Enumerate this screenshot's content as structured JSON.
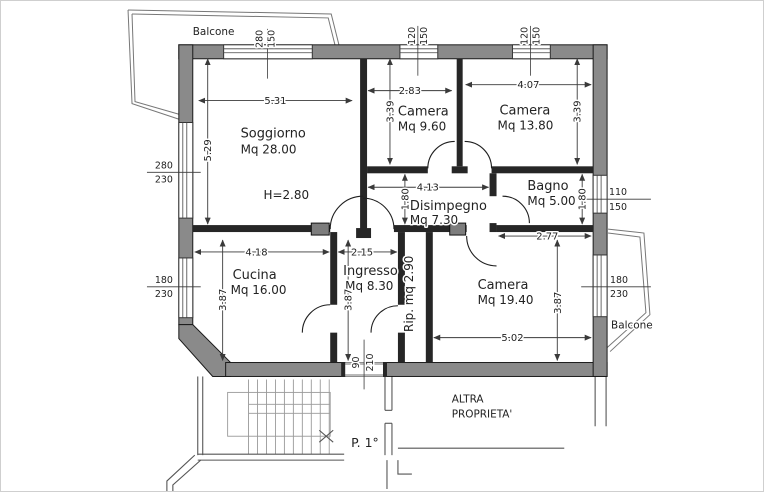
{
  "plan": {
    "labels": {
      "balcone_top": "Balcone",
      "balcone_right": "Balcone",
      "height": "H=2.80",
      "floor": "P. 1°",
      "altra": "ALTRA",
      "proprieta": "PROPRIETA'",
      "rip": "Rip. mq 2.90"
    },
    "rooms": [
      {
        "id": "soggiorno",
        "name": "Soggiorno",
        "area": "Mq 28.00"
      },
      {
        "id": "camera-nord",
        "name": "Camera",
        "area": "Mq 9.60"
      },
      {
        "id": "camera-est",
        "name": "Camera",
        "area": "Mq 13.80"
      },
      {
        "id": "bagno",
        "name": "Bagno",
        "area": "Mq 5.00"
      },
      {
        "id": "disimpegno",
        "name": "Disimpegno",
        "area": "Mq 7.30"
      },
      {
        "id": "cucina",
        "name": "Cucina",
        "area": "Mq 16.00"
      },
      {
        "id": "ingresso",
        "name": "Ingresso",
        "area": "Mq 8.30"
      },
      {
        "id": "camera-sud",
        "name": "Camera",
        "area": "Mq 19.40"
      }
    ],
    "dims": {
      "soggiorno_w": "5.31",
      "soggiorno_h": "5.29",
      "camera1_w": "2.83",
      "camera1_h": "3.39",
      "camera2_w": "4.07",
      "camera2_h": "3.39",
      "disimpegno_w": "4.13",
      "disimpegno_h": "1.80",
      "bagno_w": "2.77",
      "bagno_h": "1.80",
      "cucina_w": "4.18",
      "cucina_h": "3.87",
      "ingresso_w": "2.15",
      "ingresso_h": "3.87",
      "camera3_w": "5.02",
      "camera3_h": "3.87"
    },
    "openings": {
      "win_soggiorno_top": {
        "w": "280",
        "h": "150"
      },
      "win_camera1_top": {
        "w": "120",
        "h": "150"
      },
      "win_camera2_top": {
        "w": "120",
        "h": "150"
      },
      "win_soggiorno_left": {
        "w": "280",
        "h": "230"
      },
      "win_cucina_left": {
        "w": "180",
        "h": "230"
      },
      "win_bagno_right": {
        "w": "110",
        "h": "150"
      },
      "win_camera3_right": {
        "w": "180",
        "h": "230"
      },
      "door_entry": {
        "w": "90",
        "h": "210"
      }
    },
    "colors": {
      "wall_exterior": "#8a8a8a",
      "wall_interior": "#262626",
      "line": "#3a3a3a",
      "background": "#ffffff"
    }
  }
}
